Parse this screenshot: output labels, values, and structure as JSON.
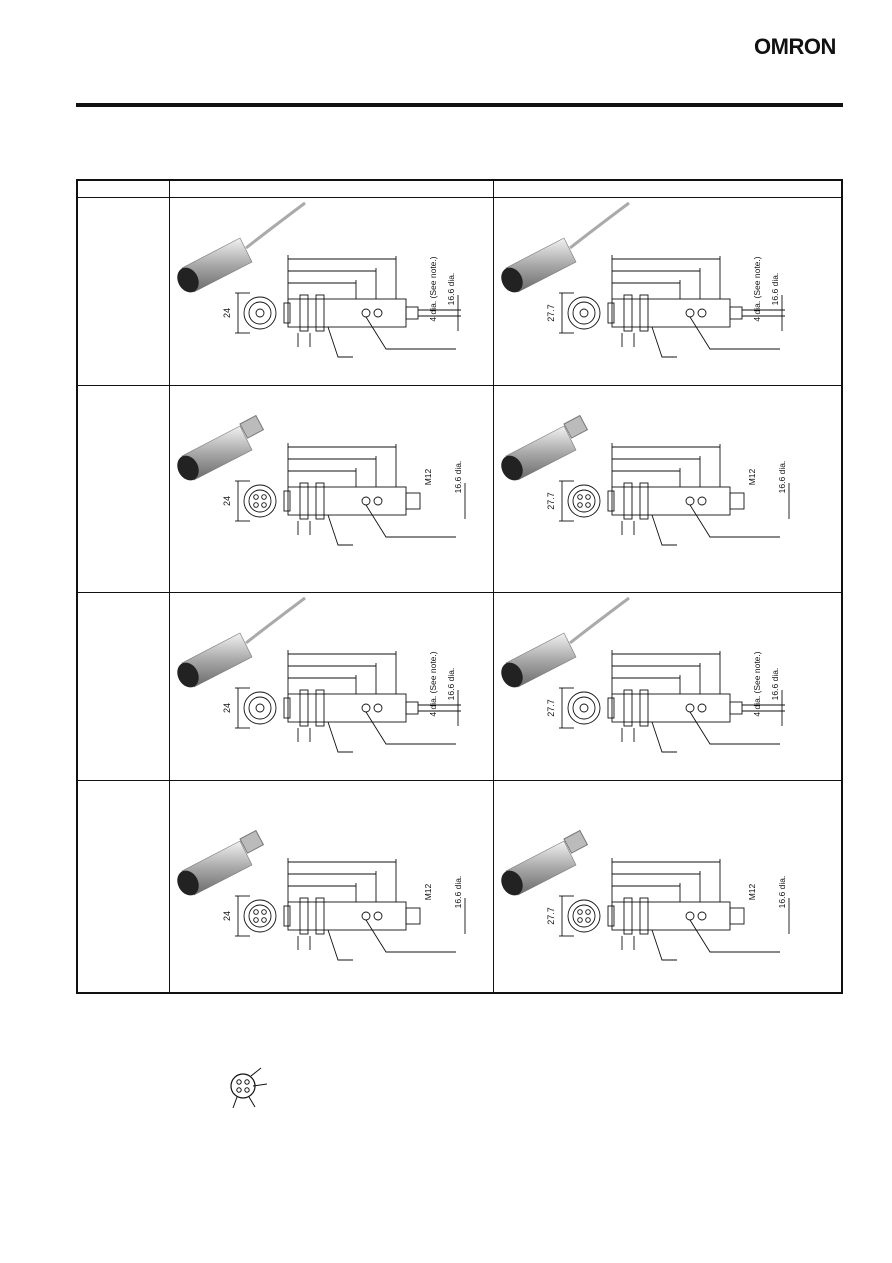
{
  "header": {
    "brand": "OMRON"
  },
  "icons": {
    "sensor": "cylindrical-sensor-drawing-icon",
    "pin": "connector-pin-icon"
  },
  "colors": {
    "ink": "#111111",
    "grey": "#555555"
  },
  "table": {
    "rows": [
      {
        "left": {
          "variant": "cable",
          "height": "24",
          "labels": [
            "4 dia. (See note.)",
            "16.6 dia."
          ]
        },
        "right": {
          "variant": "cable",
          "height": "27.7",
          "labels": [
            "4 dia. (See note.)",
            "16.6 dia."
          ]
        }
      },
      {
        "left": {
          "variant": "connector",
          "height": "24",
          "labels": [
            "M12",
            "16.6 dia."
          ]
        },
        "right": {
          "variant": "connector",
          "height": "27.7",
          "labels": [
            "M12",
            "16.6 dia."
          ]
        }
      },
      {
        "left": {
          "variant": "cable",
          "height": "24",
          "labels": [
            "4 dia. (See note.)",
            "16.6 dia."
          ]
        },
        "right": {
          "variant": "cable",
          "height": "27.7",
          "labels": [
            "4 dia. (See note.)",
            "16.6 dia."
          ]
        }
      },
      {
        "left": {
          "variant": "connector",
          "height": "24",
          "labels": [
            "M12",
            "16.6 dia."
          ]
        },
        "right": {
          "variant": "connector",
          "height": "27.7",
          "labels": [
            "M12",
            "16.6 dia."
          ]
        }
      }
    ]
  }
}
